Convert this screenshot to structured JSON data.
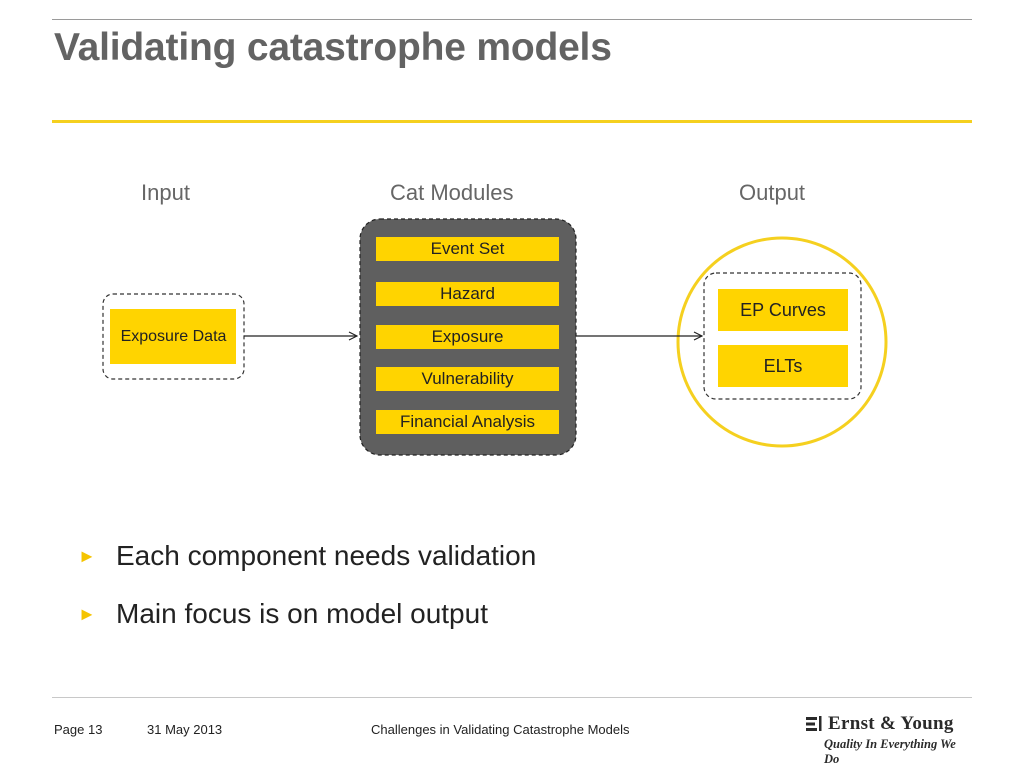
{
  "slide": {
    "title": "Validating catastrophe models"
  },
  "diagram": {
    "columns": {
      "input": "Input",
      "modules": "Cat Modules",
      "output": "Output"
    },
    "input_box": "Exposure Data",
    "modules": [
      "Event Set",
      "Hazard",
      "Exposure",
      "Vulnerability",
      "Financial Analysis"
    ],
    "outputs": [
      "EP Curves",
      "ELTs"
    ]
  },
  "bullets": [
    "Each component needs validation",
    "Main focus is on model output"
  ],
  "footer": {
    "page": "Page 13",
    "date": "31 May 2013",
    "presentation_title": "Challenges in Validating Catastrophe Models"
  },
  "logo": {
    "name": "Ernst & Young",
    "tagline": "Quality In Everything We Do"
  },
  "colors": {
    "accent_yellow": "#ffd400",
    "module_panel": "#5f5f5f",
    "title_gray": "#636363"
  }
}
